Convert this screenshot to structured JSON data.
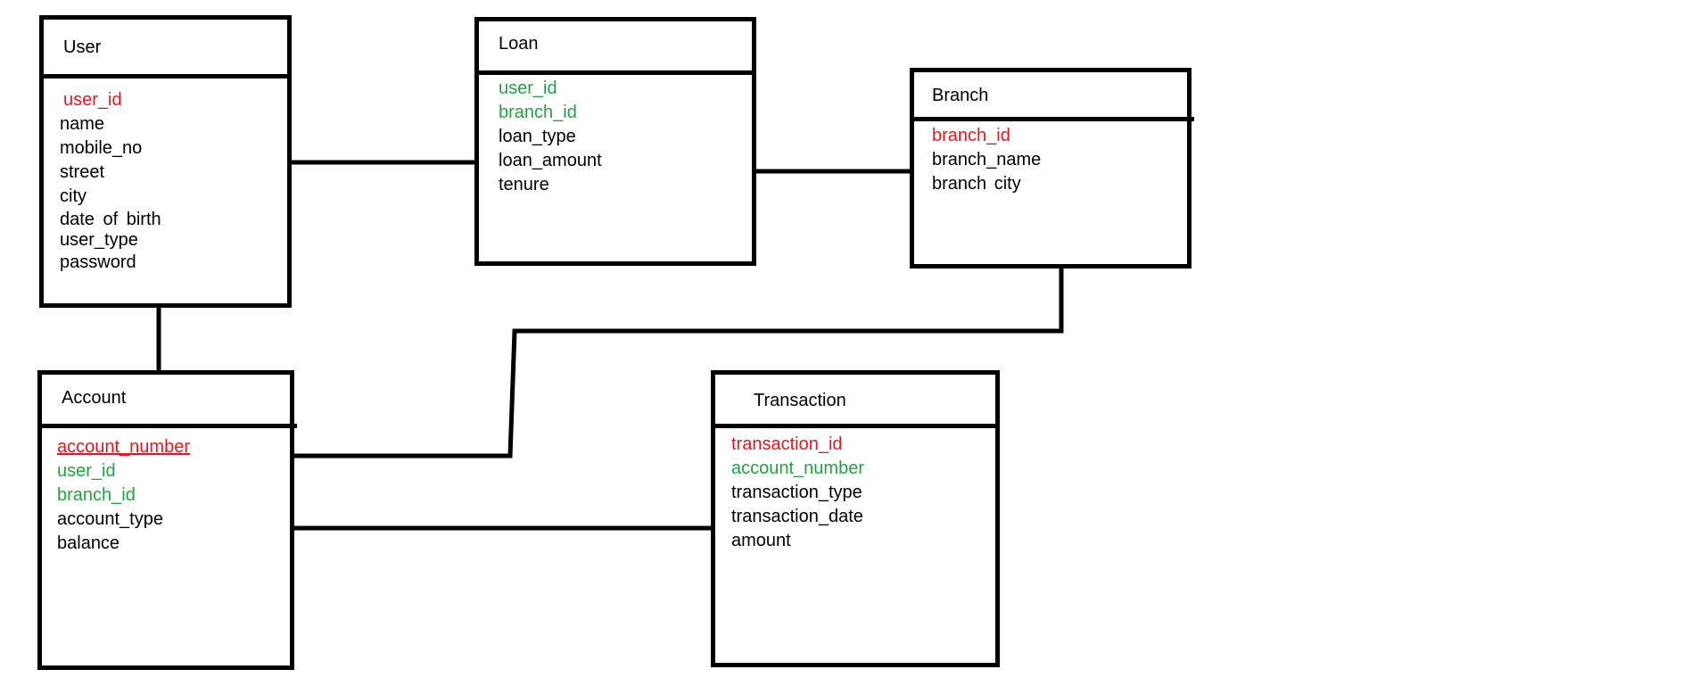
{
  "entities": {
    "user": {
      "title": "User",
      "fields": [
        {
          "name": "user_id",
          "role": "pk"
        },
        {
          "name": "name",
          "role": "plain"
        },
        {
          "name": "mobile_no",
          "role": "plain"
        },
        {
          "name": "street",
          "role": "plain"
        },
        {
          "name": "city",
          "role": "plain"
        },
        {
          "name": "date of birth",
          "role": "plain"
        },
        {
          "name": "user_type",
          "role": "plain"
        },
        {
          "name": "password",
          "role": "plain"
        }
      ]
    },
    "loan": {
      "title": "Loan",
      "fields": [
        {
          "name": "user_id",
          "role": "fk"
        },
        {
          "name": "branch_id",
          "role": "fk"
        },
        {
          "name": "loan_type",
          "role": "plain"
        },
        {
          "name": "loan_amount",
          "role": "plain"
        },
        {
          "name": "tenure",
          "role": "plain"
        }
      ]
    },
    "branch": {
      "title": "Branch",
      "fields": [
        {
          "name": "branch_id",
          "role": "pk"
        },
        {
          "name": "branch_name",
          "role": "plain"
        },
        {
          "name": "branch city",
          "role": "plain"
        }
      ]
    },
    "account": {
      "title": "Account",
      "fields": [
        {
          "name": "account_number",
          "role": "pk"
        },
        {
          "name": "user_id",
          "role": "fk"
        },
        {
          "name": "branch_id",
          "role": "fk"
        },
        {
          "name": "account_type",
          "role": "plain"
        },
        {
          "name": "balance",
          "role": "plain"
        }
      ]
    },
    "transaction": {
      "title": "Transaction",
      "fields": [
        {
          "name": "transaction_id",
          "role": "pk"
        },
        {
          "name": "account_number",
          "role": "fk"
        },
        {
          "name": "transaction_type",
          "role": "plain"
        },
        {
          "name": "transaction_date",
          "role": "plain"
        },
        {
          "name": "amount",
          "role": "plain"
        }
      ]
    }
  },
  "colors": {
    "primary_key": "#e8141e",
    "foreign_key": "#21a33f",
    "border": "#000000"
  }
}
